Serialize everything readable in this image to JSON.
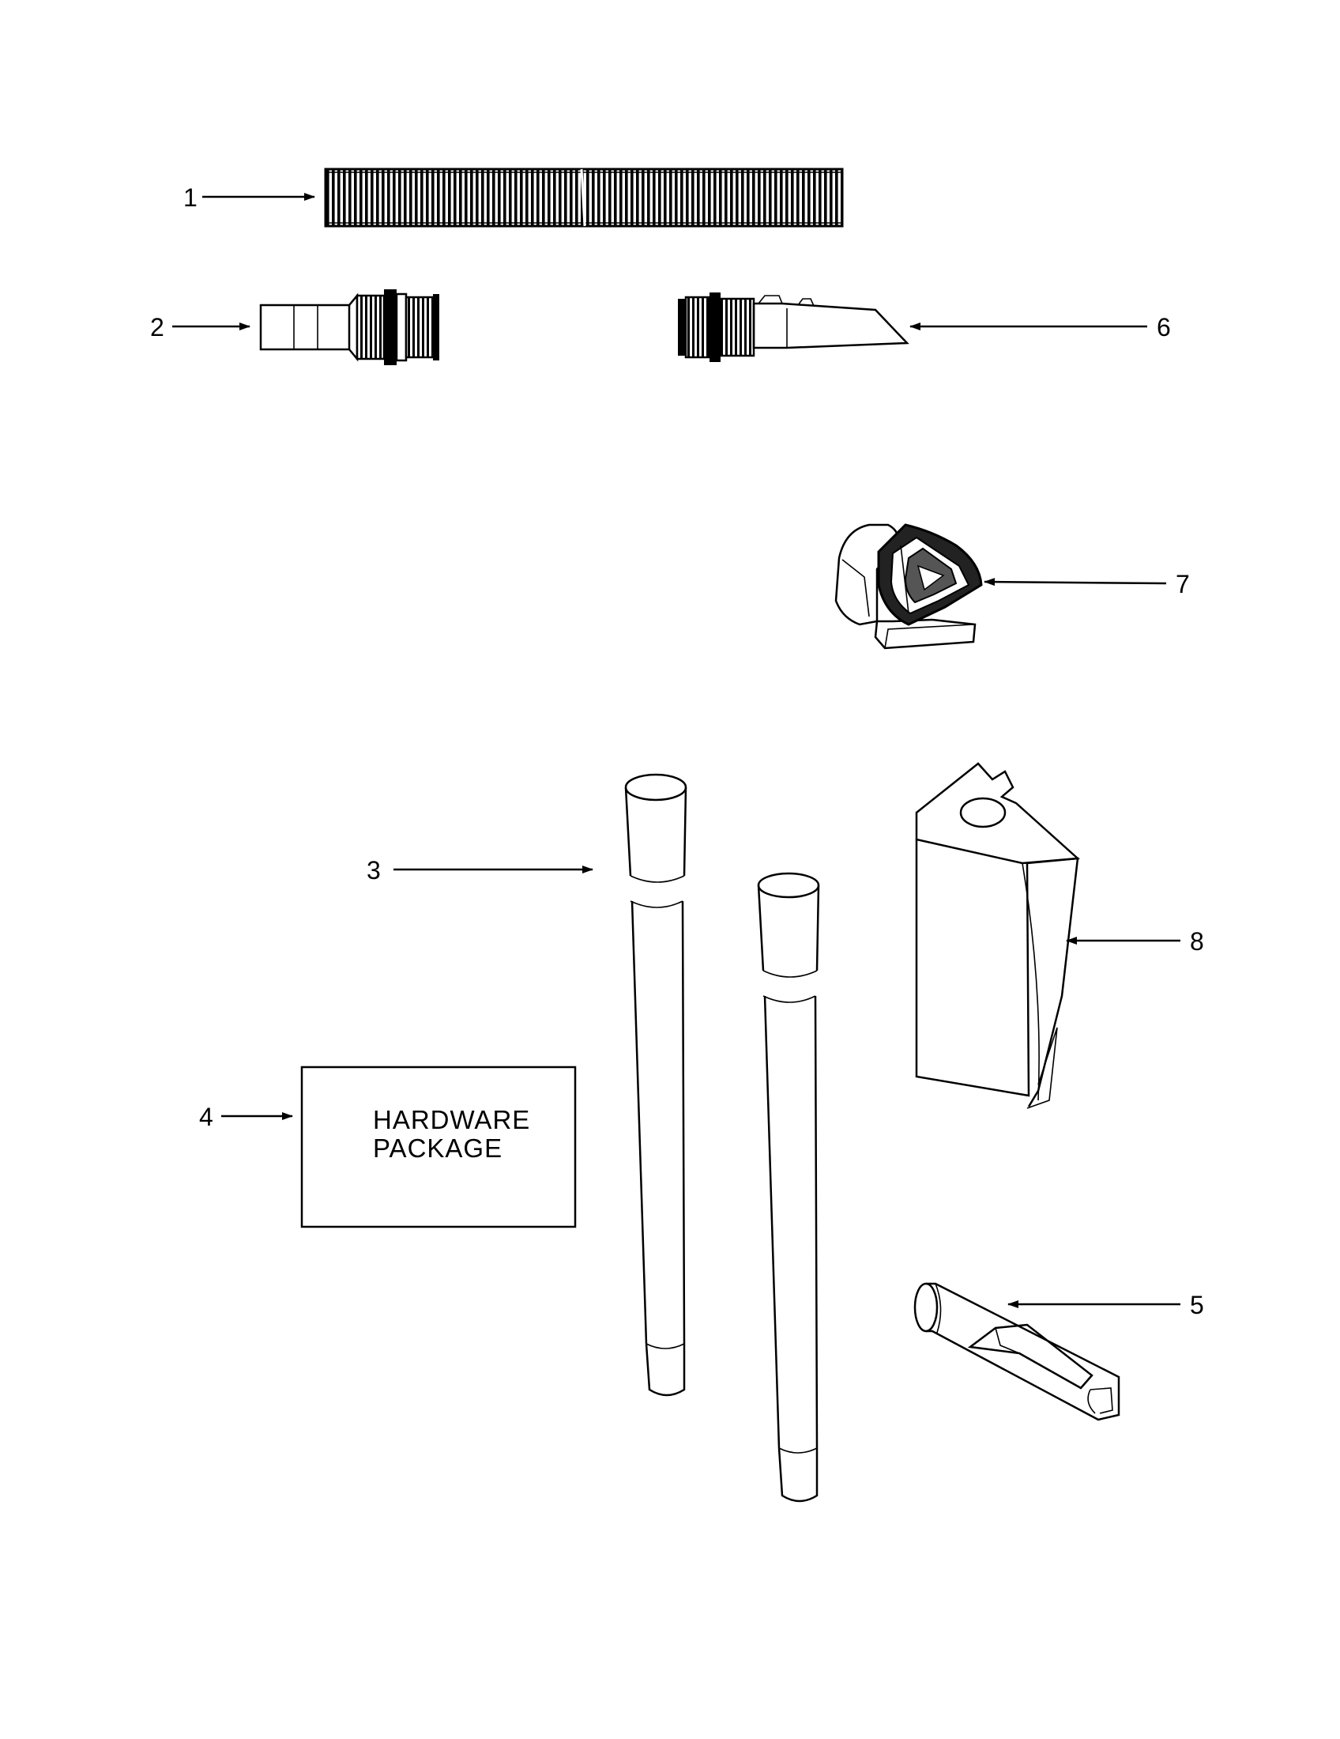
{
  "diagram": {
    "callouts": [
      {
        "id": "1",
        "label": "1",
        "part": "hose"
      },
      {
        "id": "2",
        "label": "2",
        "part": "hose-end-cuff"
      },
      {
        "id": "3",
        "label": "3",
        "part": "extension-wands"
      },
      {
        "id": "4",
        "label": "4",
        "part": "hardware-package"
      },
      {
        "id": "5",
        "label": "5",
        "part": "crevice-tool"
      },
      {
        "id": "6",
        "label": "6",
        "part": "handle-nozzle"
      },
      {
        "id": "7",
        "label": "7",
        "part": "dusting-brush"
      },
      {
        "id": "8",
        "label": "8",
        "part": "filter-bag"
      }
    ],
    "hardware_box": {
      "line1": "HARDWARE",
      "line2": "PACKAGE"
    }
  },
  "colors": {
    "ink": "#000000",
    "paper": "#ffffff"
  }
}
